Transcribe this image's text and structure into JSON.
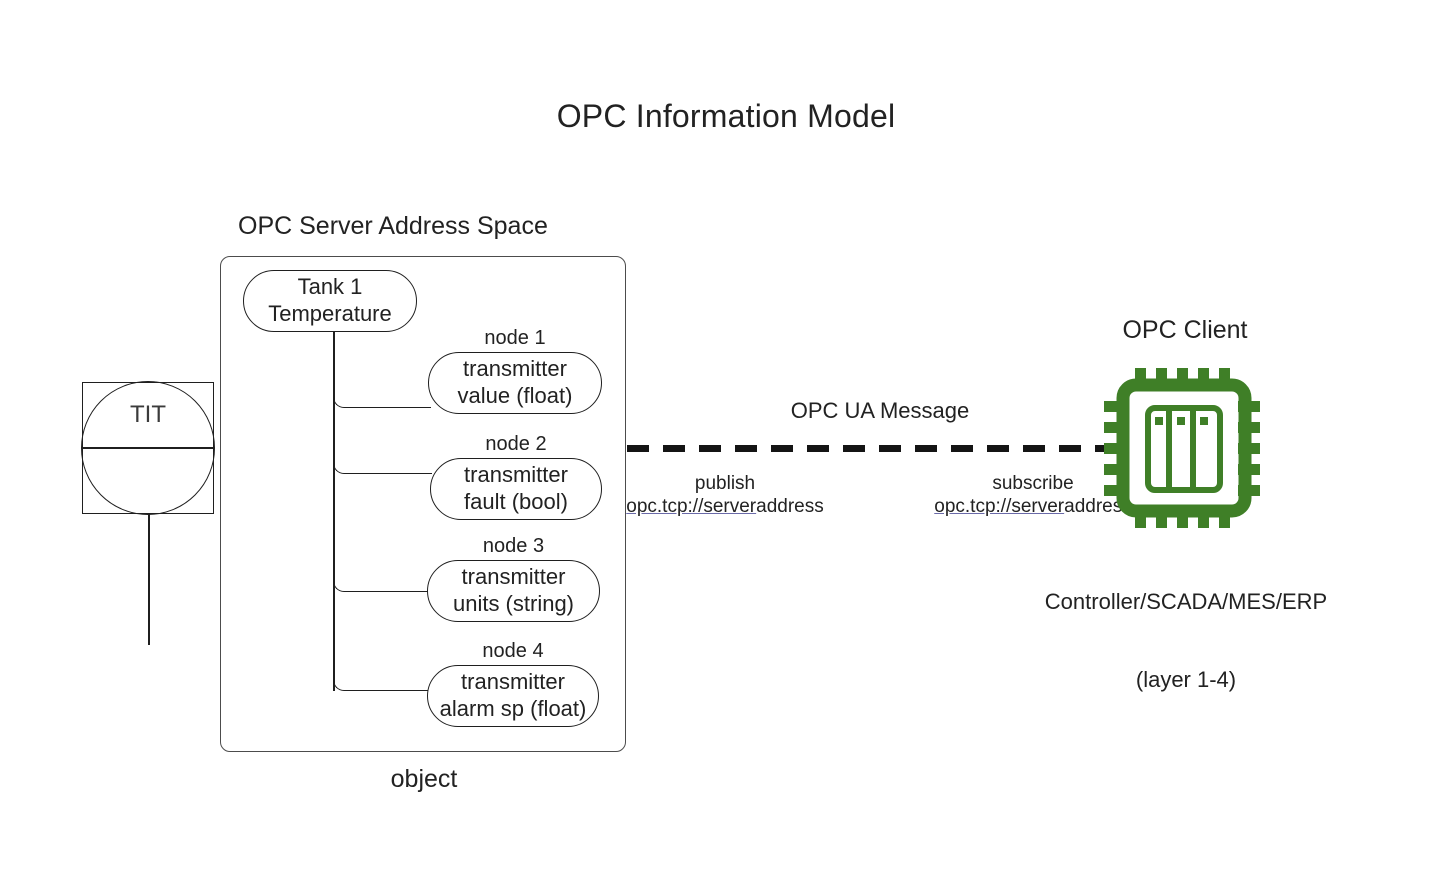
{
  "title": "OPC Information Model",
  "server": {
    "caption": "OPC Server Address Space",
    "object_caption": "object",
    "object_node": {
      "line1": "Tank 1",
      "line2": "Temperature"
    },
    "nodes": [
      {
        "label": "node 1",
        "line1": "transmitter",
        "line2": "value (float)"
      },
      {
        "label": "node 2",
        "line1": "transmitter",
        "line2": "fault (bool)"
      },
      {
        "label": "node 3",
        "line1": "transmitter",
        "line2": "units (string)"
      },
      {
        "label": "node 4",
        "line1": "transmitter",
        "line2": "alarm sp (float)"
      }
    ]
  },
  "instrument": {
    "tag": "TIT"
  },
  "message": {
    "label": "OPC UA Message",
    "publish": {
      "title": "publish",
      "endpoint_link": "opc.tcp://server",
      "endpoint_rest": "address"
    },
    "subscribe": {
      "title": "subscribe",
      "endpoint_link": "opc.tcp://server",
      "endpoint_rest": "address"
    }
  },
  "client": {
    "caption": "OPC Client",
    "subtitle_line1": "Controller/SCADA/MES/ERP",
    "subtitle_line2": "(layer 1-4)",
    "icon": "cpu-chip-icon"
  },
  "colors": {
    "cpu_green": "#3f7f27",
    "stroke": "#1f1f1f",
    "container_stroke": "#4c4c4c",
    "text": "#222222",
    "link_underline": "#6a6aa8",
    "background": "#ffffff"
  }
}
